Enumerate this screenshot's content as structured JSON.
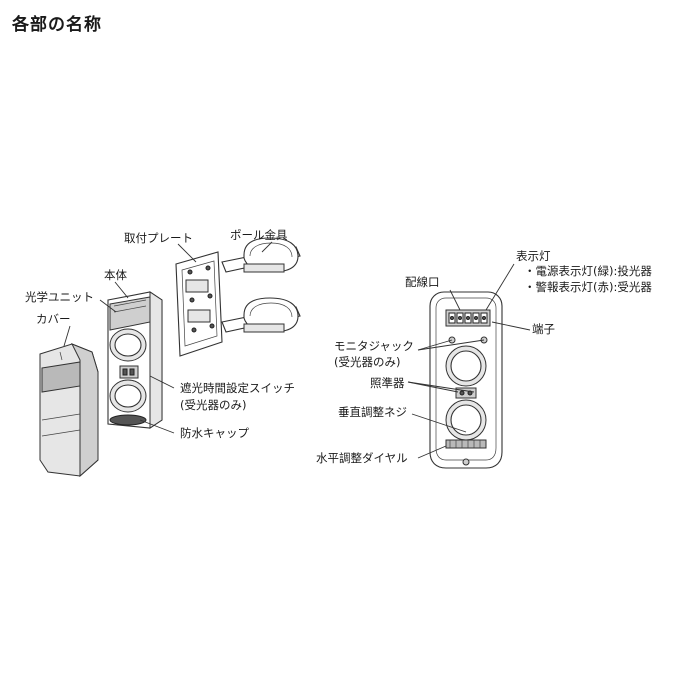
{
  "title": "各部の名称",
  "left_labels": {
    "mount_plate": "取付プレート",
    "pole_bracket": "ポール金具",
    "body": "本体",
    "optical_unit": "光学ユニット",
    "cover": "カバー",
    "shield_switch_line1": "遮光時間設定スイッチ",
    "shield_switch_line2": "(受光器のみ)",
    "waterproof_cap": "防水キャップ"
  },
  "right_labels": {
    "wiring_port": "配線口",
    "indicator": "表示灯",
    "power_indicator": "・電源表示灯(緑):投光器",
    "alarm_indicator": "・警報表示灯(赤):受光器",
    "terminal": "端子",
    "monitor_jack_line1": "モニタジャック",
    "monitor_jack_line2": "(受光器のみ)",
    "sight": "照準器",
    "vertical_screw": "垂直調整ネジ",
    "horizontal_dial": "水平調整ダイヤル"
  }
}
